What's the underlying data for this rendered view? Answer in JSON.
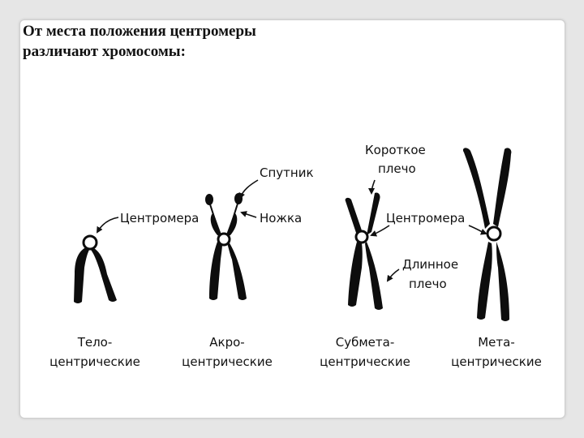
{
  "heading": {
    "line1": "От места положения  центромеры",
    "line2": "различают хромосомы:"
  },
  "labels": {
    "short_arm_1": "Короткое",
    "short_arm_2": "плечо",
    "satellite": "Спутник",
    "centromere_left": "Центромера",
    "stalk": "Ножка",
    "centromere_right": "Центромера",
    "long_arm_1": "Длинное",
    "long_arm_2": "плечо"
  },
  "types": [
    {
      "line1": "Тело-",
      "line2": "центрические"
    },
    {
      "line1": "Акро-",
      "line2": "центрические"
    },
    {
      "line1": "Субмета-",
      "line2": "центрические"
    },
    {
      "line1": "Мета-",
      "line2": "центрические"
    }
  ],
  "colors": {
    "chromosome": "#0d0d0d",
    "centromere": "#ffffff",
    "slide_bg": "#ffffff",
    "page_bg": "#e6e6e6"
  }
}
